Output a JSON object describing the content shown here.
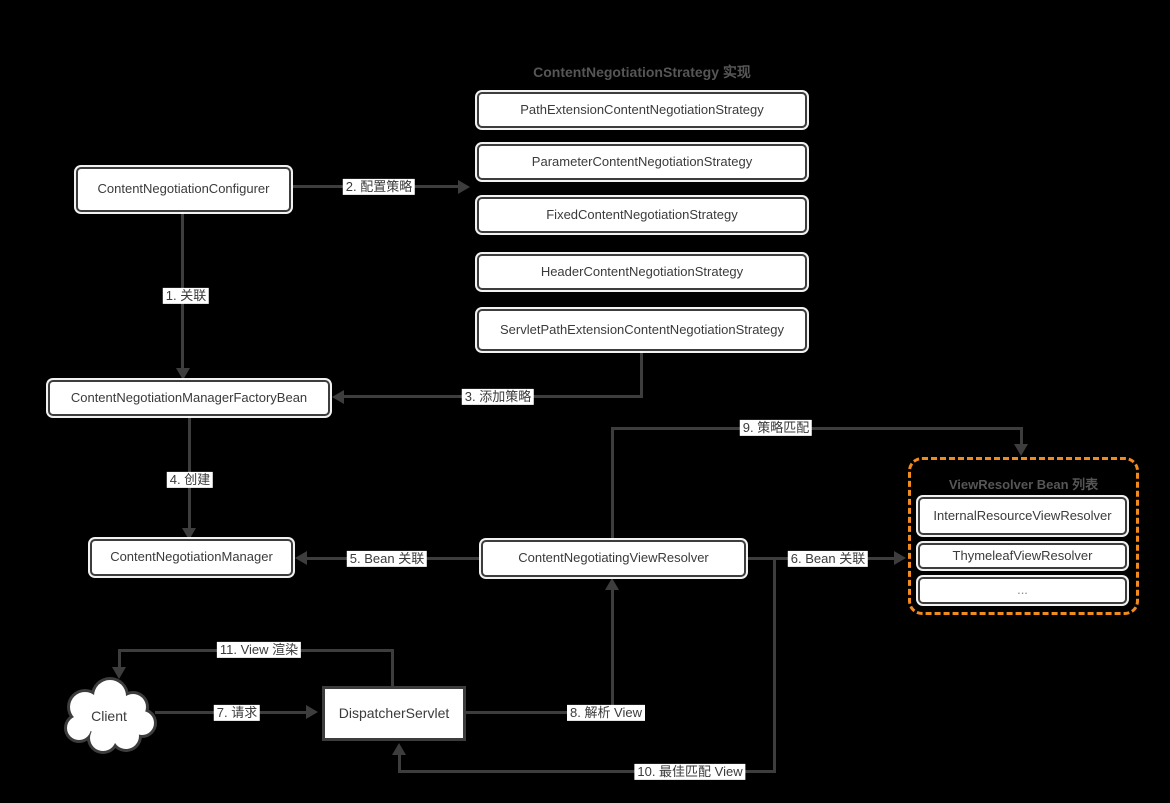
{
  "diagram": {
    "strategy_group": {
      "title": "ContentNegotiationStrategy 实现",
      "boxes": [
        "PathExtensionContentNegotiationStrategy",
        "ParameterContentNegotiationStrategy",
        "FixedContentNegotiationStrategy",
        "HeaderContentNegotiationStrategy",
        "ServletPathExtensionContentNegotiationStrategy"
      ]
    },
    "nodes": {
      "configurer": "ContentNegotiationConfigurer",
      "factory_bean": "ContentNegotiationManagerFactoryBean",
      "manager": "ContentNegotiationManager",
      "negotiating_view_resolver": "ContentNegotiatingViewResolver",
      "dispatcher_servlet": "DispatcherServlet",
      "client": "Client"
    },
    "resolver_list": {
      "title": "ViewResolver Bean 列表",
      "boxes": [
        "InternalResourceViewResolver",
        "ThymeleafViewResolver",
        "..."
      ]
    },
    "edges": {
      "e1": "1. 关联",
      "e2": "2. 配置策略",
      "e3": "3. 添加策略",
      "e4": "4. 创建",
      "e5": "5. Bean 关联",
      "e6": "6. Bean 关联",
      "e7": "7. 请求",
      "e8": "8. 解析 View",
      "e9": "9. 策略匹配",
      "e10": "10. 最佳匹配 View",
      "e11": "11. View 渲染"
    },
    "colors": {
      "background": "#000000",
      "stroke": "#3d3d3d",
      "box_fill": "#ffffff",
      "muted_title": "#565656",
      "accent_orange": "#f28b1e"
    }
  }
}
